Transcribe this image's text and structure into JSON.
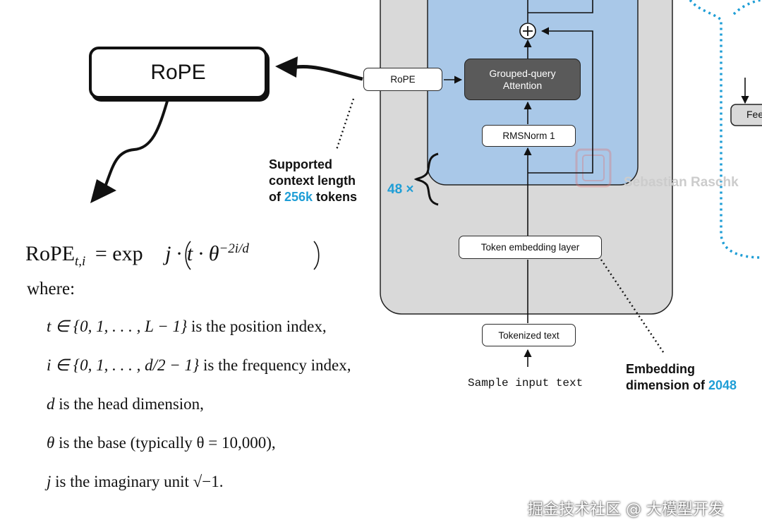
{
  "rope_box": {
    "label": "RoPE"
  },
  "architecture": {
    "rope_small": "RoPE",
    "attention": {
      "line1": "Grouped-query",
      "line2": "Attention"
    },
    "rmsnorm": "RMSNorm 1",
    "token_embedding": "Token embedding layer",
    "tokenized_text": "Tokenized text",
    "sample_input": "Sample input text",
    "repeat_count": "48 ×",
    "feed_forward_partial": "Fee",
    "watermark": "Sebastian Raschk"
  },
  "context_note": {
    "line1": "Supported",
    "line2": "context length",
    "line3_prefix": "of ",
    "line3_value": "256k",
    "line3_suffix": " tokens"
  },
  "embedding_note": {
    "line1": "Embedding",
    "line2_prefix": "dimension of ",
    "line2_value": "2048"
  },
  "formula": {
    "lhs_name": "RoPE",
    "lhs_subscript": "t,i",
    "rhs": "= exp",
    "body": "j · t · θ",
    "exponent": "−2i/d",
    "where": "where:",
    "items": [
      {
        "math": "t ∈ {0, 1, . . . , L − 1}",
        "text": " is the position index,"
      },
      {
        "math": "i ∈ {0, 1, . . . , d/2 − 1}",
        "text": " is the frequency index,"
      },
      {
        "math": "d",
        "text": " is the head dimension,"
      },
      {
        "math": "θ",
        "text": " is the base (typically θ = 10,000),"
      },
      {
        "math": "j",
        "text": " is the imaginary unit √−1."
      }
    ]
  },
  "footer_watermark": "掘金技术社区 @ 大模型开发",
  "colors": {
    "accent": "#1f9ed6",
    "outer_block": "#d9d9d9",
    "transformer_block": "#a9c8e8",
    "attention": "#5a5a5a"
  }
}
